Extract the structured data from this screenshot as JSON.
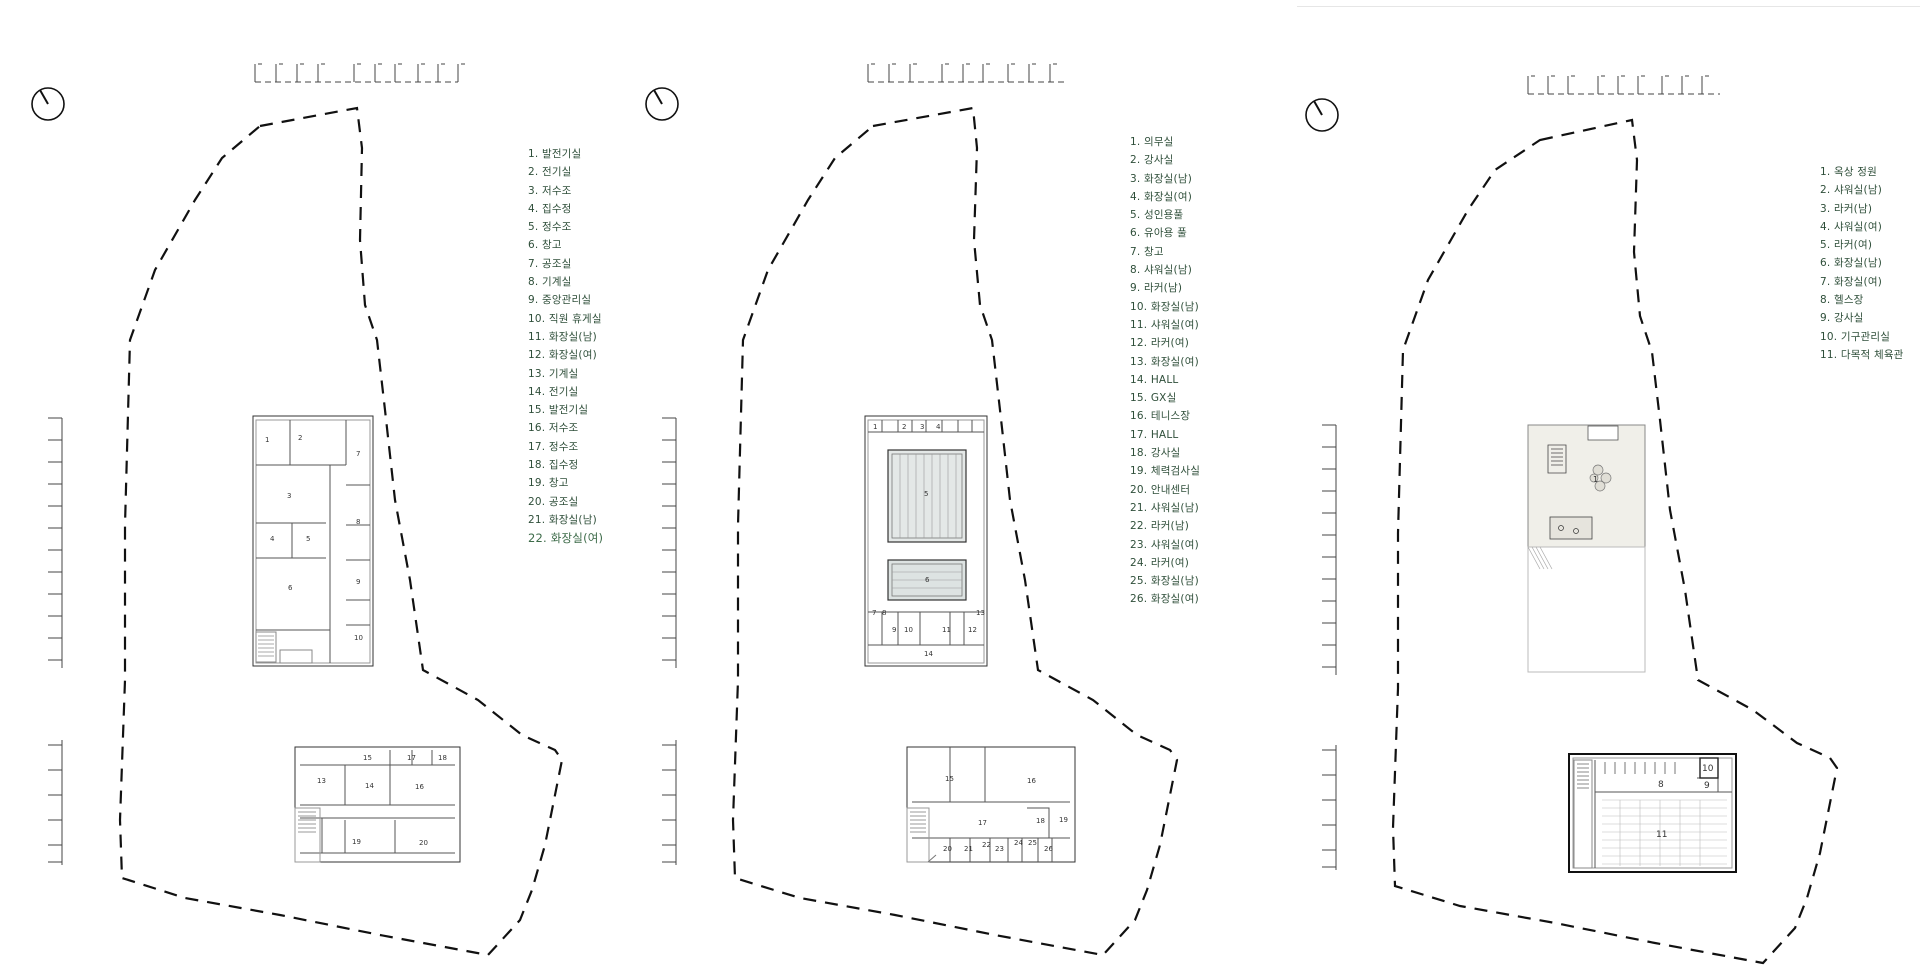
{
  "panels": [
    {
      "id": "floor-1",
      "legend": [
        "1. 발전기실",
        "2. 전기실",
        "3. 저수조",
        "4. 집수정",
        "5. 정수조",
        "6. 창고",
        "7. 공조실",
        "8. 기계실",
        "9. 중앙관리실",
        "10. 직원 휴게실",
        "11. 화장실(남)",
        "12. 화장실(여)",
        "13. 기계실",
        "14. 전기실",
        "15. 발전기실",
        "16. 저수조",
        "17. 정수조",
        "18. 집수정",
        "19. 창고",
        "20. 공조실",
        "21. 화장실(남)",
        "22. 화장실(여)"
      ],
      "room_numbers": [
        "1",
        "2",
        "3",
        "4",
        "5",
        "6",
        "7",
        "8",
        "9",
        "10",
        "13",
        "14",
        "15",
        "16",
        "17",
        "18",
        "19",
        "20"
      ]
    },
    {
      "id": "floor-2",
      "legend": [
        "1. 의무실",
        "2. 강사실",
        "3. 화장실(남)",
        "4. 화장실(여)",
        "5. 성인용풀",
        "6. 유아용 풀",
        "7. 창고",
        "8. 샤워실(남)",
        "9. 라커(남)",
        "10. 화장실(남)",
        "11. 샤워실(여)",
        "12. 라커(여)",
        "13. 화장실(여)",
        "14. HALL",
        "15. GX실",
        "16. 테니스장",
        "17. HALL",
        "18. 강사실",
        "19. 체력검사실",
        "20. 안내센터",
        "21. 샤워실(남)",
        "22. 라커(남)",
        "23. 샤워실(여)",
        "24. 라커(여)",
        "25. 화장실(남)",
        "26. 화장실(여)"
      ],
      "room_numbers": [
        "1",
        "2",
        "3",
        "4",
        "5",
        "6",
        "7",
        "8",
        "9",
        "10",
        "11",
        "12",
        "13",
        "14",
        "15",
        "16",
        "17",
        "18",
        "19",
        "20",
        "21",
        "22",
        "23",
        "24",
        "25",
        "26"
      ]
    },
    {
      "id": "floor-3",
      "legend": [
        "1. 옥상 정원",
        "2. 샤워실(남)",
        "3. 라커(남)",
        "4. 샤워실(여)",
        "5. 라커(여)",
        "6. 화장실(남)",
        "7. 화장실(여)",
        "8. 헬스장",
        "9. 강사실",
        "10. 기구관리실",
        "11. 다목적 체육관"
      ],
      "room_numbers": [
        "1",
        "8",
        "9",
        "10",
        "11"
      ]
    }
  ],
  "colors": {
    "legend_text": "#2f4f3a",
    "line": "#222222",
    "boundary": "#111111"
  }
}
